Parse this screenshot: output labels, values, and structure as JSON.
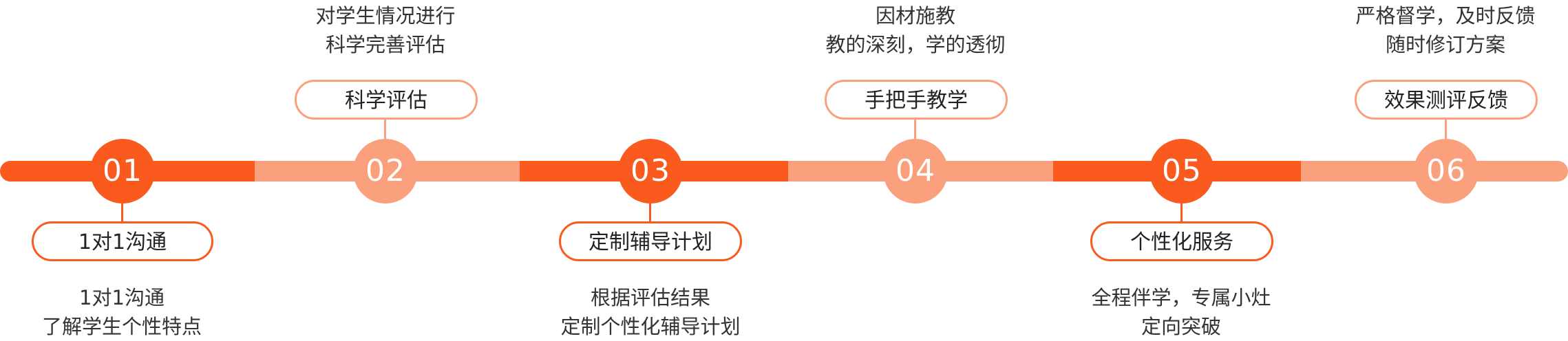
{
  "steps": [
    {
      "number": "01",
      "title": "1对1沟通",
      "desc_line1": "1对1沟通",
      "desc_line2": "了解学生个性特点",
      "position": "below",
      "tone": "dark"
    },
    {
      "number": "02",
      "title": "科学评估",
      "desc_line1": "对学生情况进行",
      "desc_line2": "科学完善评估",
      "position": "above",
      "tone": "light"
    },
    {
      "number": "03",
      "title": "定制辅导计划",
      "desc_line1": "根据评估结果",
      "desc_line2": "定制个性化辅导计划",
      "position": "below",
      "tone": "dark"
    },
    {
      "number": "04",
      "title": "手把手教学",
      "desc_line1": "因材施教",
      "desc_line2": "教的深刻，学的透彻",
      "position": "above",
      "tone": "light"
    },
    {
      "number": "05",
      "title": "个性化服务",
      "desc_line1": "全程伴学，专属小灶",
      "desc_line2": "定向突破",
      "position": "below",
      "tone": "dark"
    },
    {
      "number": "06",
      "title": "效果测评反馈",
      "desc_line1": "严格督学，及时反馈",
      "desc_line2": "随时修订方案",
      "position": "above",
      "tone": "light"
    }
  ],
  "colors": {
    "accent_dark": "#fa5a1d",
    "accent_light": "#fba07d",
    "text": "#333333"
  }
}
